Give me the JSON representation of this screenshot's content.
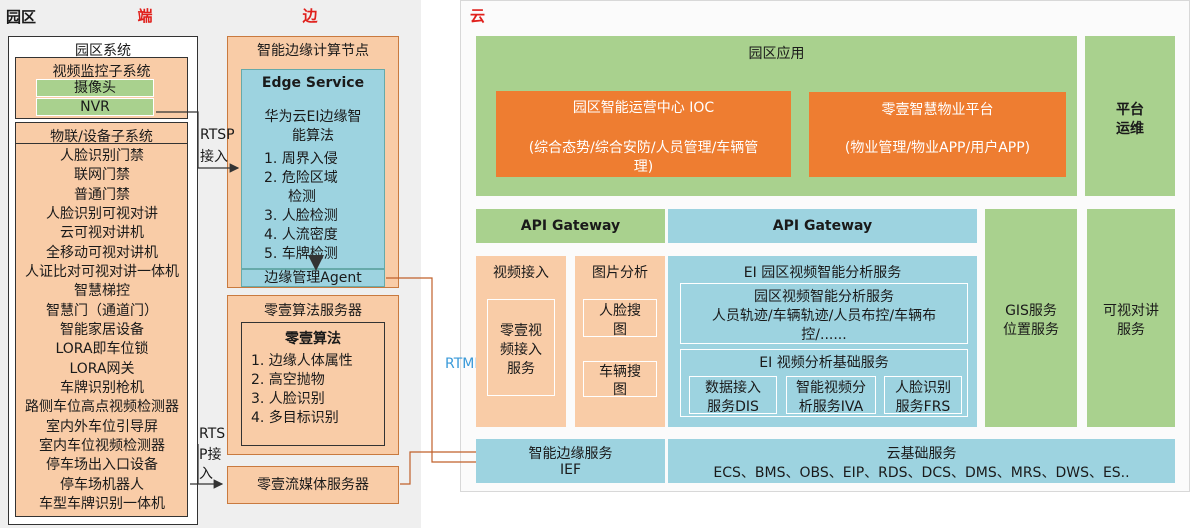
{
  "regions": {
    "park": "园区",
    "duan": "端",
    "bian": "边",
    "yun": "云"
  },
  "park_system": {
    "title": "园区系统",
    "video_subsystem": {
      "title": "视频监控子系统",
      "items": [
        "摄像头",
        "NVR"
      ]
    },
    "iot_subsystem": {
      "title": "物联/设备子系统",
      "items": [
        "人脸识别门禁",
        "联网门禁",
        "普通门禁",
        "人脸识别可视对讲",
        "云可视对讲机",
        "全移动可视对讲机",
        "人证比对可视对讲一体机",
        "智慧梯控",
        "智慧门（通道门）",
        "智能家居设备",
        "LORA即车位锁",
        "LORA网关",
        "车牌识别枪机",
        "路侧车位高点视频检测器",
        "室内外车位引导屏",
        "室内车位视频检测器",
        "停车场出入口设备",
        "停车场机器人",
        "车型车牌识别一体机"
      ]
    }
  },
  "edge_node": {
    "title": "智能边缘计算节点",
    "service_title": "Edge Service",
    "algo_title_line1": "华为云EI边缘智",
    "algo_title_line2": "能算法",
    "algos": [
      "1.  周界入侵",
      "2.  危险区域",
      "检测",
      "3.  人脸检测",
      "4.  人流密度",
      "5.  车牌检测"
    ],
    "agent": "边缘管理Agent"
  },
  "algo_server": {
    "title": "零壹算法服务器",
    "inner_title": "零壹算法",
    "items": [
      "1.  边缘人体属性",
      "2.  高空抛物",
      "3.  人脸识别",
      "4.  多目标识别"
    ]
  },
  "stream_server": "零壹流媒体服务器",
  "labels": {
    "rtsp1_line1": "RTSP",
    "rtsp1_line2": "接入",
    "rtsp2_line1": "RTS",
    "rtsp2_line2": "P接",
    "rtsp2_line3": "入",
    "rtmp": "RTMP"
  },
  "cloud": {
    "park_apps": "园区应用",
    "ioc_title": "园区智能运营中心 IOC",
    "ioc_desc_line1": "(综合态势/综合安防/人员管理/车辆管",
    "ioc_desc_line2": "理)",
    "property_title": "零壹智慧物业平台",
    "property_desc": "(物业管理/物业APP/用户APP)",
    "platform_ops_line1": "平台",
    "platform_ops_line2": "运维",
    "api_gateway_1": "API Gateway",
    "api_gateway_2": "API Gateway",
    "video_access": "视频接入",
    "video_access_service": [
      "零壹视",
      "频接入",
      "服务"
    ],
    "image_analysis": "图片分析",
    "face_search": [
      "人脸搜",
      "图"
    ],
    "vehicle_search": [
      "车辆搜",
      "图"
    ],
    "ei_service": "EI 园区视频智能分析服务",
    "park_video_service": "园区视频智能分析服务",
    "park_video_desc_line1": "人员轨迹/车辆轨迹/人员布控/车辆布",
    "park_video_desc_line2": "控/......",
    "ei_base": "EI 视频分析基础服务",
    "dis": [
      "数据接入",
      "服务DIS"
    ],
    "iva": [
      "智能视频分",
      "析服务IVA"
    ],
    "frs": [
      "人脸识别",
      "服务FRS"
    ],
    "gis": [
      "GIS服务",
      "位置服务"
    ],
    "intercom": [
      "可视对讲",
      "服务"
    ],
    "ief": [
      "智能边缘服务",
      "IEF"
    ],
    "cloud_base": "云基础服务",
    "cloud_base_list": "ECS、BMS、OBS、EIP、RDS、DCS、DMS、MRS、DWS、ES.."
  }
}
